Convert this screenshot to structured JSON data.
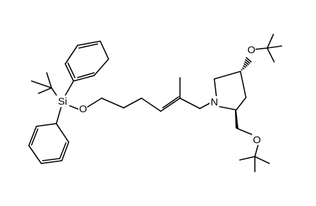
{
  "molecule": {
    "atoms": {
      "si": "Si",
      "o_silyl": "O",
      "n": "N",
      "o_ring": "O",
      "o_side": "O"
    }
  }
}
